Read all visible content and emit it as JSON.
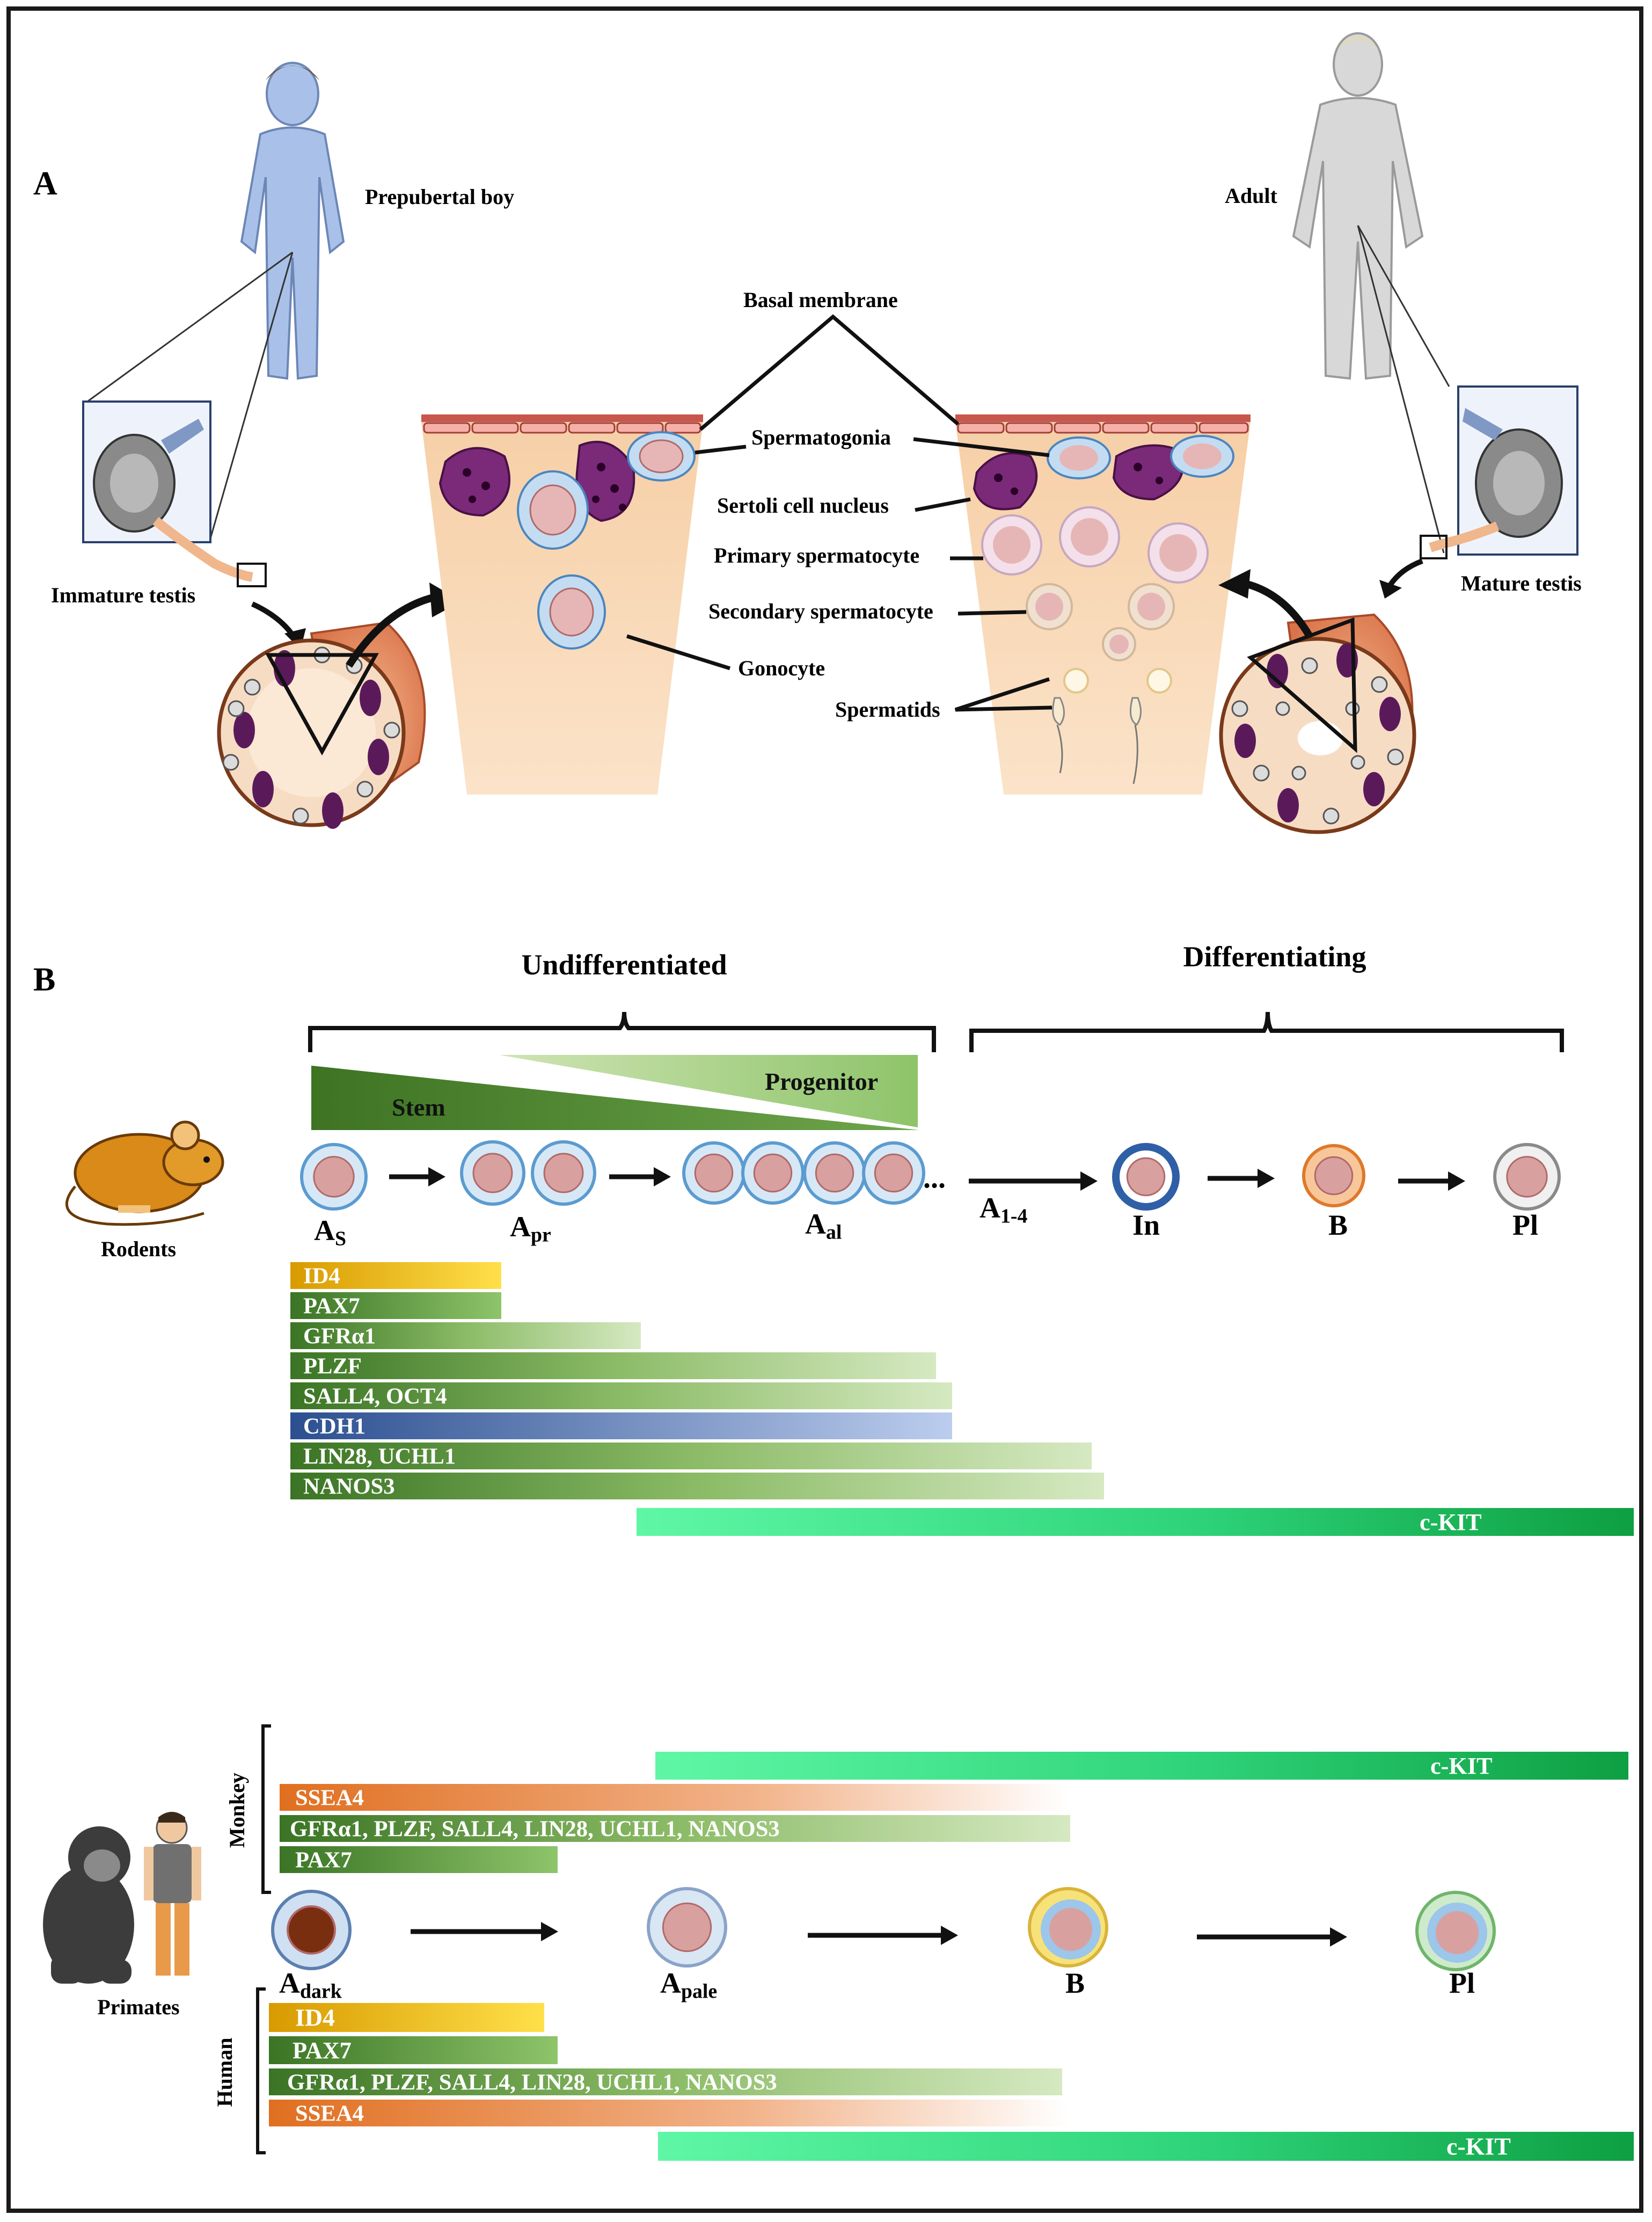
{
  "panel_a": {
    "letter": "A",
    "prepubertal_boy": "Prepubertal boy",
    "adult": "Adult",
    "immature_testis": "Immature testis",
    "mature_testis": "Mature testis",
    "basal_membrane": "Basal membrane",
    "spermatogonia": "Spermatogonia",
    "sertoli_nucleus": "Sertoli cell nucleus",
    "primary_spermatocyte": "Primary spermatocyte",
    "secondary_spermatocyte": "Secondary spermatocyte",
    "gonocyte": "Gonocyte",
    "spermatids": "Spermatids"
  },
  "panel_b": {
    "letter": "B",
    "undifferentiated": "Undifferentiated",
    "differentiating": "Differentiating",
    "stem": "Stem",
    "progenitor": "Progenitor",
    "rodents": "Rodents",
    "primates": "Primates",
    "monkey": "Monkey",
    "human": "Human",
    "ellipsis": "...",
    "rodent_stages": [
      {
        "main": "A",
        "sub": "S"
      },
      {
        "main": "A",
        "sub": "pr"
      },
      {
        "main": "A",
        "sub": "al"
      },
      {
        "main": "A",
        "sub": "1-4"
      },
      {
        "main": "In",
        "sub": ""
      },
      {
        "main": "B",
        "sub": ""
      },
      {
        "main": "Pl",
        "sub": ""
      }
    ],
    "primate_stages": [
      {
        "main": "A",
        "sub": "dark"
      },
      {
        "main": "A",
        "sub": "pale"
      },
      {
        "main": "B",
        "sub": ""
      },
      {
        "main": "Pl",
        "sub": ""
      }
    ],
    "rodent_markers": [
      "ID4",
      "PAX7",
      "GFRα1",
      "PLZF",
      "SALL4, OCT4",
      "CDH1",
      "LIN28, UCHL1",
      "NANOS3",
      "c-KIT"
    ],
    "monkey_markers": [
      "c-KIT",
      "SSEA4",
      "GFRα1, PLZF, SALL4, LIN28, UCHL1, NANOS3",
      "PAX7"
    ],
    "human_markers": [
      "ID4",
      "PAX7",
      "GFRα1, PLZF, SALL4, LIN28, UCHL1, NANOS3",
      "SSEA4",
      "c-KIT"
    ]
  },
  "colors": {
    "gold": "#f2b705",
    "green_dark": "#3f7a2a",
    "green_light": "#cfe3b5",
    "blue_dark": "#2f5aa0",
    "blue_light": "#b7c9ec",
    "ckit_light": "#5af5a0",
    "ckit_dark": "#11a84a",
    "orange": "#e8782a",
    "sertoli": "#7a2a78",
    "tubule": "#f8d7b4",
    "membrane": "#c0504d"
  }
}
